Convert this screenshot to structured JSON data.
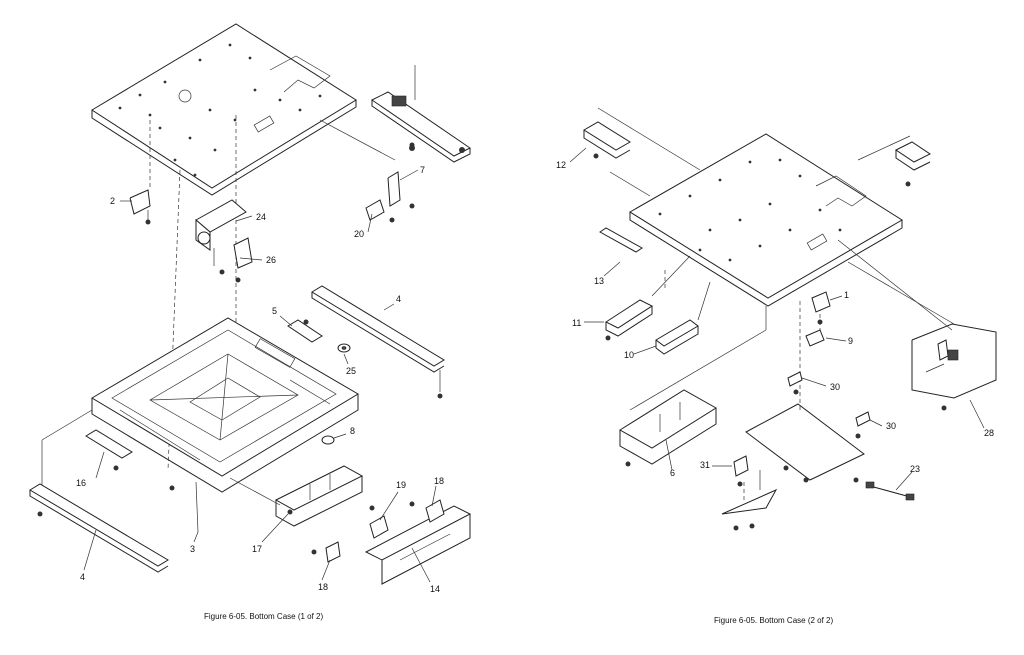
{
  "diagram_left": {
    "caption": "Figure 6-05.  Bottom Case (1 of 2)",
    "labels": [
      "2",
      "24",
      "26",
      "20",
      "7",
      "5",
      "25",
      "4",
      "16",
      "8",
      "3",
      "17",
      "19",
      "18",
      "18",
      "14",
      "4"
    ]
  },
  "diagram_right": {
    "caption": "Figure 6-05.  Bottom Case (2 of 2)",
    "labels": [
      "12",
      "13",
      "11",
      "10",
      "1",
      "9",
      "30",
      "30",
      "31",
      "6",
      "28",
      "23"
    ]
  }
}
